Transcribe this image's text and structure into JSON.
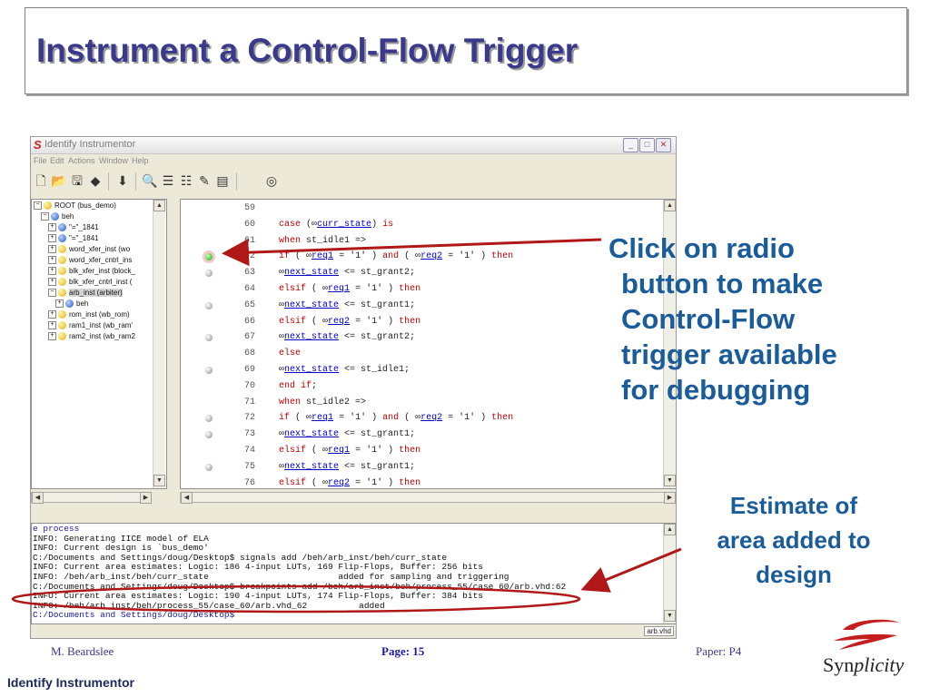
{
  "slide": {
    "title": "Instrument a Control-Flow Trigger",
    "callout_radio": [
      "Click on radio",
      "button to make",
      "Control-Flow",
      "trigger available",
      "for debugging"
    ],
    "callout_area": [
      "Estimate of",
      "area added to",
      "design"
    ],
    "footer": {
      "author": "M. Beardslee",
      "page": "Page: 15",
      "paper": "Paper: P4",
      "bottom_left": "Identify Instrumentor",
      "brand": "Synplicity"
    }
  },
  "window": {
    "title": "Identify Instrumentor",
    "menu": [
      "File",
      "Edit",
      "Actions",
      "Window",
      "Help"
    ],
    "tree": [
      {
        "label": "ROOT (bus_demo)",
        "icon": "yellow-ball",
        "depth": 0
      },
      {
        "label": "beh",
        "icon": "blue-ball",
        "depth": 1
      },
      {
        "label": "\"=\"_1841",
        "icon": "blue-ball",
        "depth": 2
      },
      {
        "label": "\"=\"_1841",
        "icon": "blue-ball",
        "depth": 2
      },
      {
        "label": "word_xfer_inst (wo",
        "icon": "yellow-ball",
        "depth": 2
      },
      {
        "label": "word_xfer_cntrl_ins",
        "icon": "yellow-ball",
        "depth": 2
      },
      {
        "label": "blk_xfer_inst (block_",
        "icon": "yellow-ball",
        "depth": 2
      },
      {
        "label": "blk_xfer_cntrl_inst (",
        "icon": "yellow-ball",
        "depth": 2
      },
      {
        "label": "arb_inst (arbiter)",
        "icon": "yellow-ball",
        "depth": 2
      },
      {
        "label": "beh",
        "icon": "blue-ball",
        "depth": 3
      },
      {
        "label": "rom_inst (wb_rom)",
        "icon": "yellow-ball",
        "depth": 2
      },
      {
        "label": "ram1_inst (wb_ram'",
        "icon": "yellow-ball",
        "depth": 2
      },
      {
        "label": "ram2_inst (wb_ram2",
        "icon": "yellow-ball",
        "depth": 2
      }
    ],
    "code": [
      {
        "n": "59",
        "radio": "none",
        "parts": []
      },
      {
        "n": "60",
        "radio": "none",
        "parts": [
          [
            "kw",
            "case"
          ],
          [
            "sym",
            " ("
          ],
          [
            "sig",
            "curr_state"
          ],
          [
            "sym",
            ") "
          ],
          [
            "kw",
            "is"
          ]
        ]
      },
      {
        "n": "61",
        "radio": "none",
        "parts": [
          [
            "sym",
            "  "
          ],
          [
            "kw",
            "when"
          ],
          [
            "sym",
            " st_idle1 =>"
          ]
        ]
      },
      {
        "n": "62",
        "radio": "on",
        "parts": [
          [
            "sym",
            "    "
          ],
          [
            "kw",
            "if"
          ],
          [
            "sym",
            " ( "
          ],
          [
            "sig",
            "req1"
          ],
          [
            "sym",
            " = '1' ) "
          ],
          [
            "kw",
            "and"
          ],
          [
            "sym",
            " ( "
          ],
          [
            "sig",
            "req2"
          ],
          [
            "sym",
            " = '1' ) "
          ],
          [
            "kw",
            "then"
          ]
        ]
      },
      {
        "n": "63",
        "radio": "off",
        "parts": [
          [
            "sym",
            "      "
          ],
          [
            "sig",
            "next_state"
          ],
          [
            "sym",
            " <= st_grant2;"
          ]
        ]
      },
      {
        "n": "64",
        "radio": "none",
        "parts": [
          [
            "sym",
            "    "
          ],
          [
            "kw",
            "elsif"
          ],
          [
            "sym",
            " ( "
          ],
          [
            "sig",
            "req1"
          ],
          [
            "sym",
            " = '1' ) "
          ],
          [
            "kw",
            "then"
          ]
        ]
      },
      {
        "n": "65",
        "radio": "off",
        "parts": [
          [
            "sym",
            "      "
          ],
          [
            "sig",
            "next_state"
          ],
          [
            "sym",
            " <= st_grant1;"
          ]
        ]
      },
      {
        "n": "66",
        "radio": "none",
        "parts": [
          [
            "sym",
            "    "
          ],
          [
            "kw",
            "elsif"
          ],
          [
            "sym",
            " ( "
          ],
          [
            "sig",
            "req2"
          ],
          [
            "sym",
            " = '1' ) "
          ],
          [
            "kw",
            "then"
          ]
        ]
      },
      {
        "n": "67",
        "radio": "off",
        "parts": [
          [
            "sym",
            "      "
          ],
          [
            "sig",
            "next_state"
          ],
          [
            "sym",
            " <= st_grant2;"
          ]
        ]
      },
      {
        "n": "68",
        "radio": "none",
        "parts": [
          [
            "sym",
            "    "
          ],
          [
            "kw",
            "else"
          ]
        ]
      },
      {
        "n": "69",
        "radio": "off",
        "parts": [
          [
            "sym",
            "      "
          ],
          [
            "sig",
            "next_state"
          ],
          [
            "sym",
            " <= st_idle1;"
          ]
        ]
      },
      {
        "n": "70",
        "radio": "none",
        "parts": [
          [
            "sym",
            "    "
          ],
          [
            "kw",
            "end if"
          ],
          [
            "sym",
            ";"
          ]
        ]
      },
      {
        "n": "71",
        "radio": "none",
        "parts": [
          [
            "sym",
            "  "
          ],
          [
            "kw",
            "when"
          ],
          [
            "sym",
            " st_idle2 =>"
          ]
        ]
      },
      {
        "n": "72",
        "radio": "off",
        "parts": [
          [
            "sym",
            "    "
          ],
          [
            "kw",
            "if"
          ],
          [
            "sym",
            " ( "
          ],
          [
            "sig",
            "req1"
          ],
          [
            "sym",
            " = '1' ) "
          ],
          [
            "kw",
            "and"
          ],
          [
            "sym",
            " ( "
          ],
          [
            "sig",
            "req2"
          ],
          [
            "sym",
            " = '1' ) "
          ],
          [
            "kw",
            "then"
          ]
        ]
      },
      {
        "n": "73",
        "radio": "off",
        "parts": [
          [
            "sym",
            "      "
          ],
          [
            "sig",
            "next_state"
          ],
          [
            "sym",
            " <= st_grant1;"
          ]
        ]
      },
      {
        "n": "74",
        "radio": "none",
        "parts": [
          [
            "sym",
            "    "
          ],
          [
            "kw",
            "elsif"
          ],
          [
            "sym",
            " ( "
          ],
          [
            "sig",
            "req1"
          ],
          [
            "sym",
            " = '1' ) "
          ],
          [
            "kw",
            "then"
          ]
        ]
      },
      {
        "n": "75",
        "radio": "off",
        "parts": [
          [
            "sym",
            "      "
          ],
          [
            "sig",
            "next_state"
          ],
          [
            "sym",
            " <= st_grant1;"
          ]
        ]
      },
      {
        "n": "76",
        "radio": "none",
        "parts": [
          [
            "sym",
            "    "
          ],
          [
            "kw",
            "elsif"
          ],
          [
            "sym",
            " ( "
          ],
          [
            "sig",
            "req2"
          ],
          [
            "sym",
            " = '1' ) "
          ],
          [
            "kw",
            "then"
          ]
        ]
      }
    ],
    "console": [
      {
        "text": "e process",
        "blue": true
      },
      {
        "text": "INFO: Generating IICE model of ELA",
        "blue": false
      },
      {
        "text": "INFO: Current design is `bus_demo'",
        "blue": false
      },
      {
        "text": "C:/Documents and Settings/doug/Desktop$ signals add /beh/arb_inst/beh/curr_state",
        "blue": false
      },
      {
        "text": "INFO: Current area estimates: Logic: 186 4-input LUTs, 169 Flip-Flops, Buffer: 256 bits",
        "blue": false
      },
      {
        "text": "INFO: /beh/arb_inst/beh/curr_state                         added for sampling and triggering",
        "blue": false
      },
      {
        "text": "C:/Documents and Settings/doug/Desktop$ breakpoints add /beh/arb_inst/beh/process_55/case_60/arb.vhd:62",
        "blue": false
      },
      {
        "text": "INFO: Current area estimates: Logic: 190 4-input LUTs, 174 Flip-Flops, Buffer: 384 bits",
        "blue": false
      },
      {
        "text": "INFO: /beh/arb_inst/beh/process_55/case_60/arb.vhd_62          added",
        "blue": false
      },
      {
        "text": "C:/Documents and Settings/doug/Desktop$",
        "blue": true
      }
    ],
    "status_file": "arb.vhd",
    "colors": {
      "annotation": "#b01818",
      "callout": "#1a5c9a",
      "title": "#3a3a8c"
    }
  }
}
